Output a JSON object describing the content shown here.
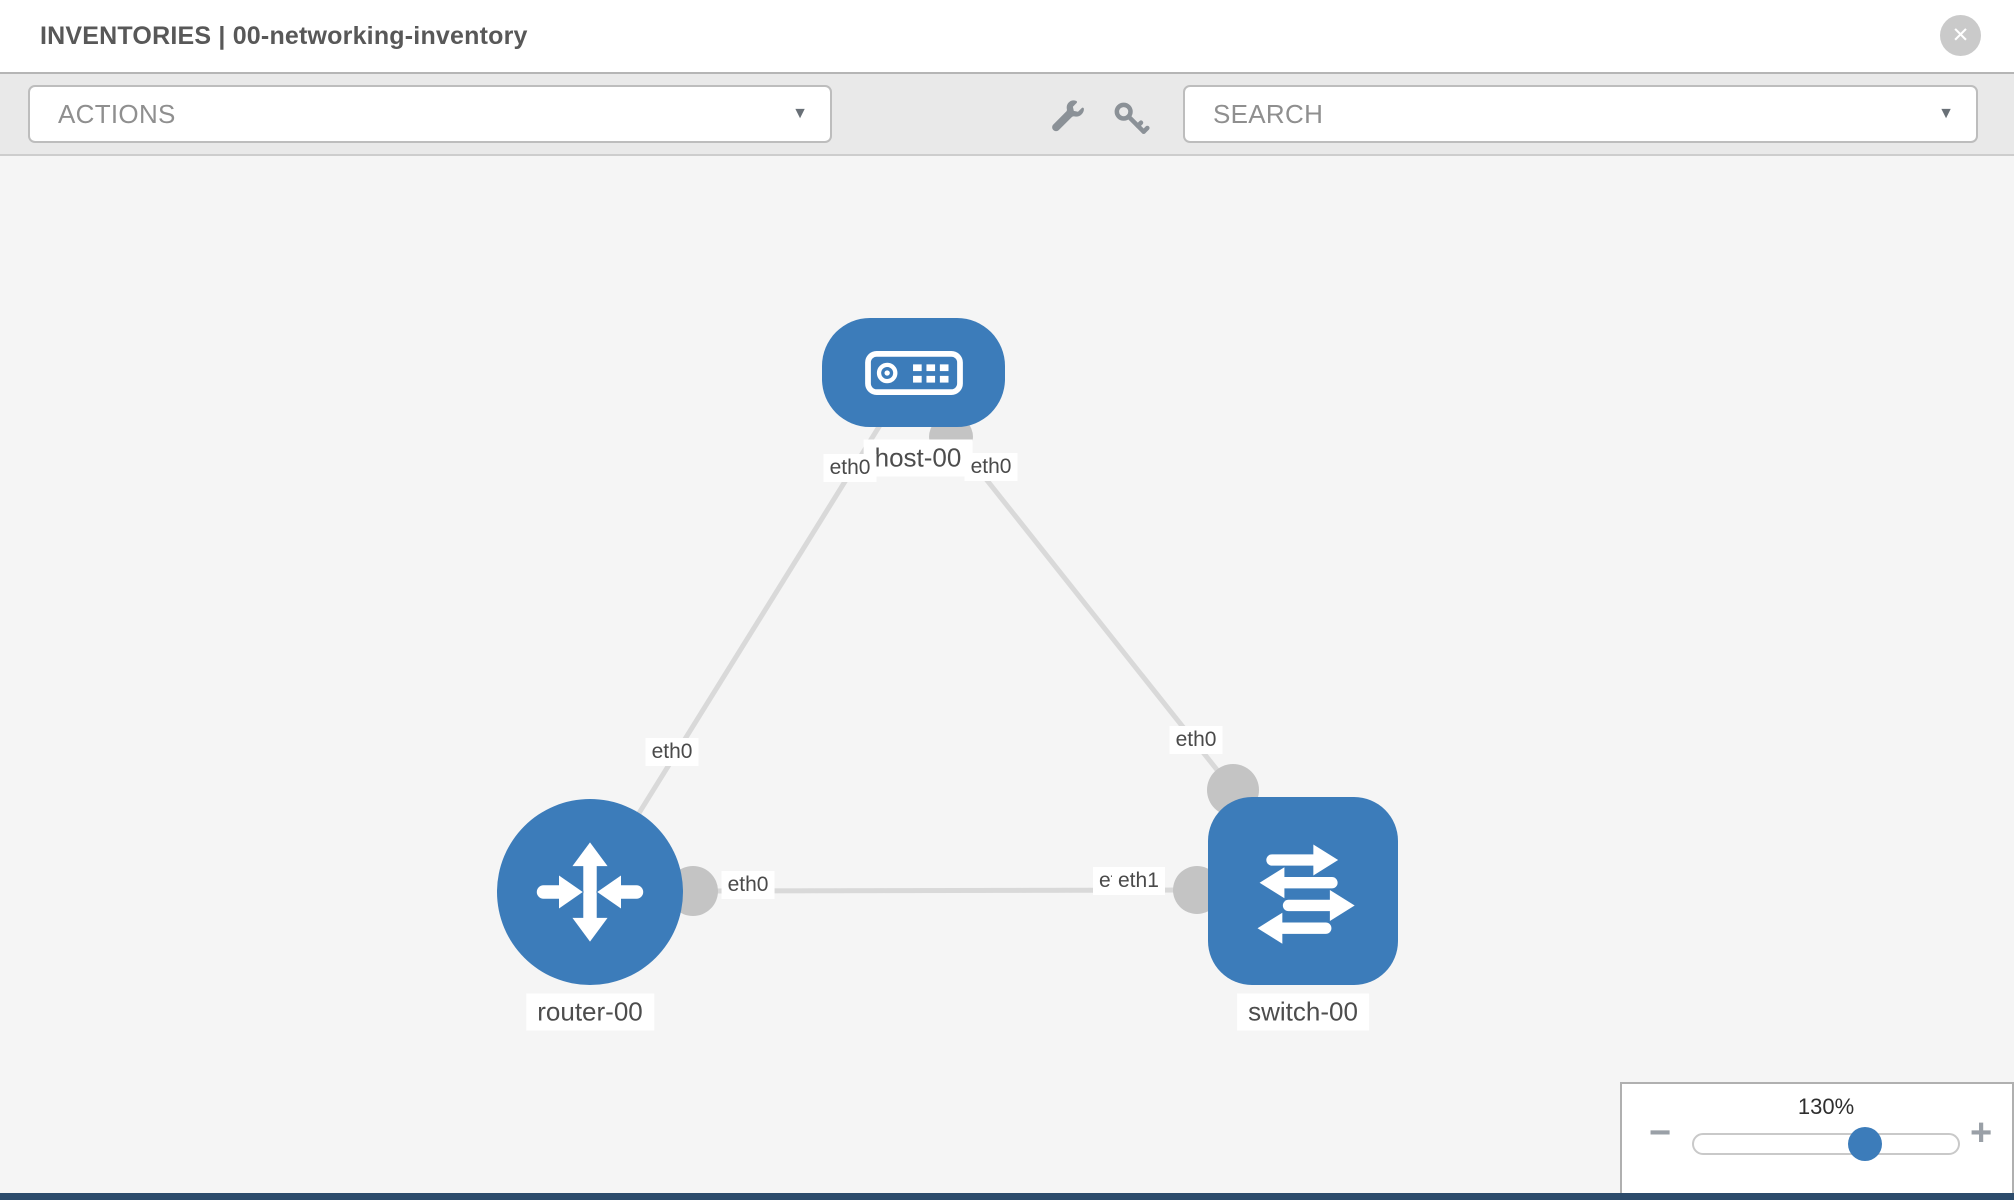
{
  "header": {
    "title": "INVENTORIES | 00-networking-inventory"
  },
  "icons": {
    "close_glyph": "✕",
    "caret_glyph": "▼",
    "minus_glyph": "−",
    "plus_glyph": "+"
  },
  "toolbar": {
    "actions_label": "ACTIONS",
    "search_label": "SEARCH"
  },
  "colors": {
    "node_blue": "#3c7cba",
    "link_gray": "#d9d9d9",
    "connector_gray": "#c4c4c4",
    "canvas_bg": "#f5f5f5",
    "toolbar_bg": "#e9e9e9",
    "footer_navy": "#2c4b6b"
  },
  "nodes": [
    {
      "id": "host-00",
      "type": "host",
      "label": "host-00"
    },
    {
      "id": "router-00",
      "type": "router",
      "label": "router-00"
    },
    {
      "id": "switch-00",
      "type": "switch",
      "label": "switch-00"
    }
  ],
  "interfaces": {
    "host_left": "eth0",
    "host_right": "eth0",
    "router_top": "eth0",
    "router_right": "eth0",
    "switch_top": "eth0",
    "switch_left_back": "eth0",
    "switch_left_front": "eth1"
  },
  "links": [
    {
      "from": "host-00",
      "from_interface": "eth0",
      "to": "router-00",
      "to_interface": "eth0"
    },
    {
      "from": "host-00",
      "from_interface": "eth0",
      "to": "switch-00",
      "to_interface": "eth0"
    },
    {
      "from": "router-00",
      "from_interface": "eth0",
      "to": "switch-00",
      "to_interface": "eth1"
    }
  ],
  "zoom_control": {
    "value": "130%"
  }
}
